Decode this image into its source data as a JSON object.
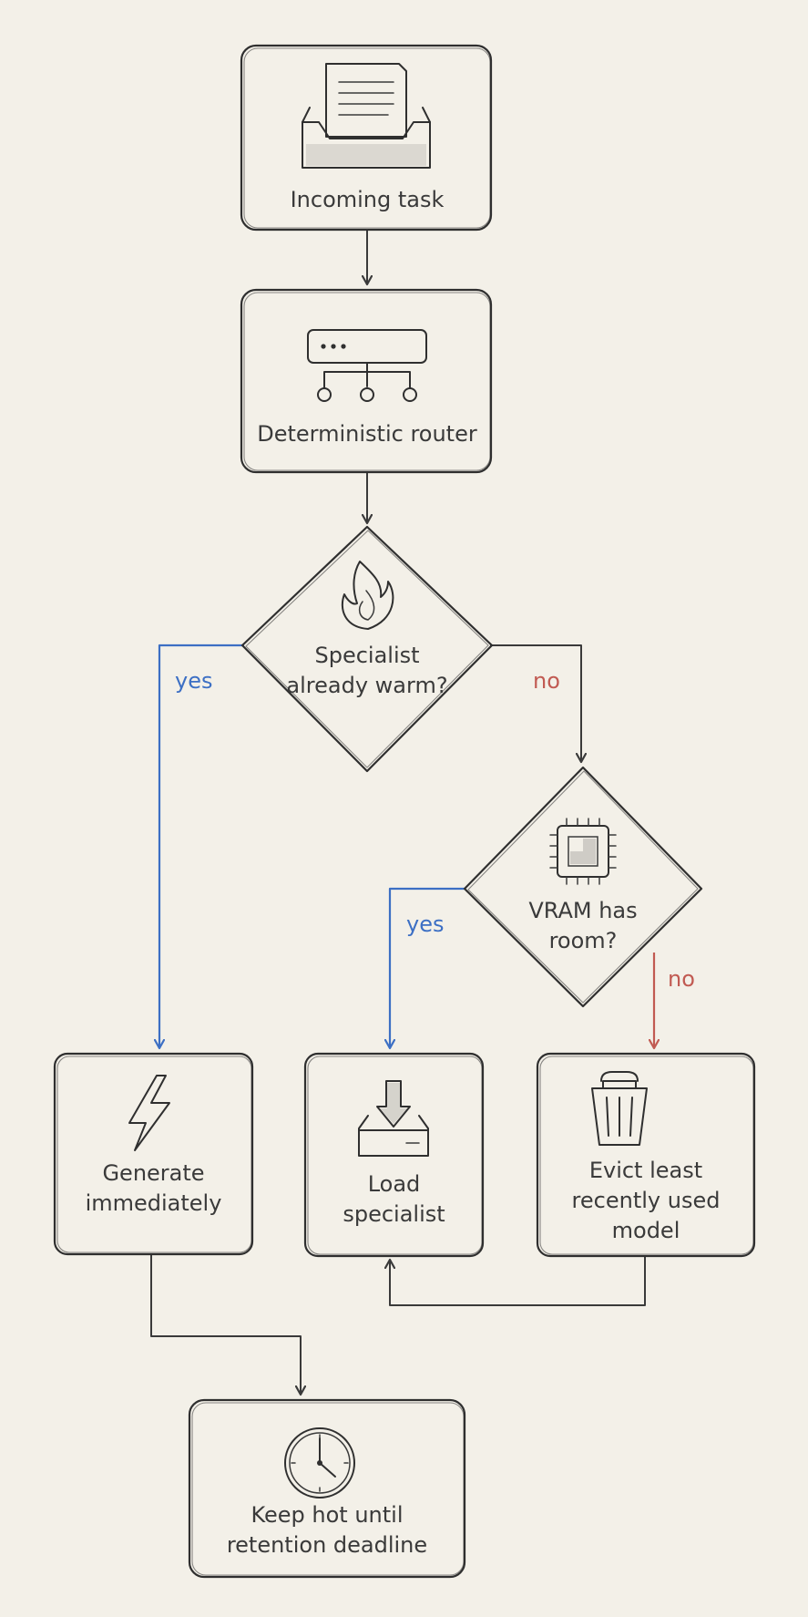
{
  "nodes": {
    "incoming_task": "Incoming task",
    "router": "Deterministic router",
    "specialist_warm": "Specialist\nalready warm?",
    "vram_room": "VRAM has\nroom?",
    "generate": "Generate\nimmediately",
    "load_specialist": "Load\nspecialist",
    "evict": "Evict least\nrecently used\nmodel",
    "keep_hot": "Keep hot until\nretention deadline"
  },
  "edges": {
    "warm_yes": "yes",
    "warm_no": "no",
    "vram_yes": "yes",
    "vram_no": "no"
  },
  "icons": {
    "incoming_task": "inbox-document-icon",
    "router": "router-icon",
    "specialist_warm": "flame-icon",
    "vram_room": "chip-icon",
    "generate": "lightning-icon",
    "load_specialist": "download-drive-icon",
    "evict": "trash-icon",
    "keep_hot": "clock-icon"
  },
  "colors": {
    "yes": "#3c6fc4",
    "no": "#c15a52",
    "ink": "#2f2f2f",
    "paper": "#f3f0e8"
  }
}
